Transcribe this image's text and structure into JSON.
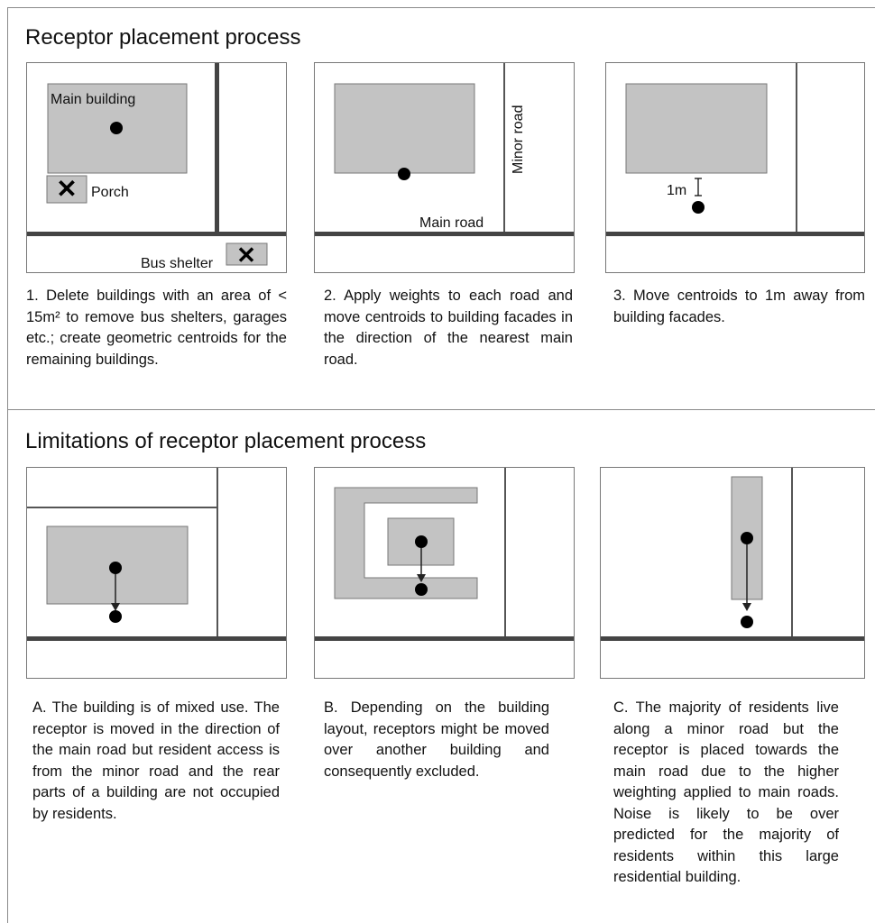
{
  "top_section": {
    "title": "Receptor placement process",
    "panels": [
      {
        "labels": {
          "main_building": "Main building",
          "porch": "Porch",
          "bus_shelter": "Bus shelter"
        },
        "caption": "1. Delete buildings with an area of < 15m² to remove bus shelters, garages etc.; create geometric centroids for the remaining buildings."
      },
      {
        "labels": {
          "minor_road": "Minor road",
          "main_road": "Main road"
        },
        "caption": "2. Apply weights to each road and move centroids to building facades in the direction of the nearest main road."
      },
      {
        "labels": {
          "distance": "1m"
        },
        "caption": "3. Move centroids to 1m away from building facades."
      }
    ]
  },
  "bottom_section": {
    "title": "Limitations of receptor placement process",
    "panels": [
      {
        "caption": "A. The building is of mixed use. The receptor is moved in the direction of the main road but resident access is from the minor road and the rear parts of a building are not occupied by residents."
      },
      {
        "caption": "B. Depending on the building layout, receptors might be moved over another building and consequently excluded."
      },
      {
        "caption": "C. The majority of residents live along a minor road but the receptor is placed towards the main road due to the higher weighting applied to main roads. Noise is likely to be over predicted for the majority of residents within this large residential building."
      }
    ]
  },
  "colors": {
    "building_fill": "#c3c3c3",
    "road": "#444444",
    "dot": "#000000"
  }
}
